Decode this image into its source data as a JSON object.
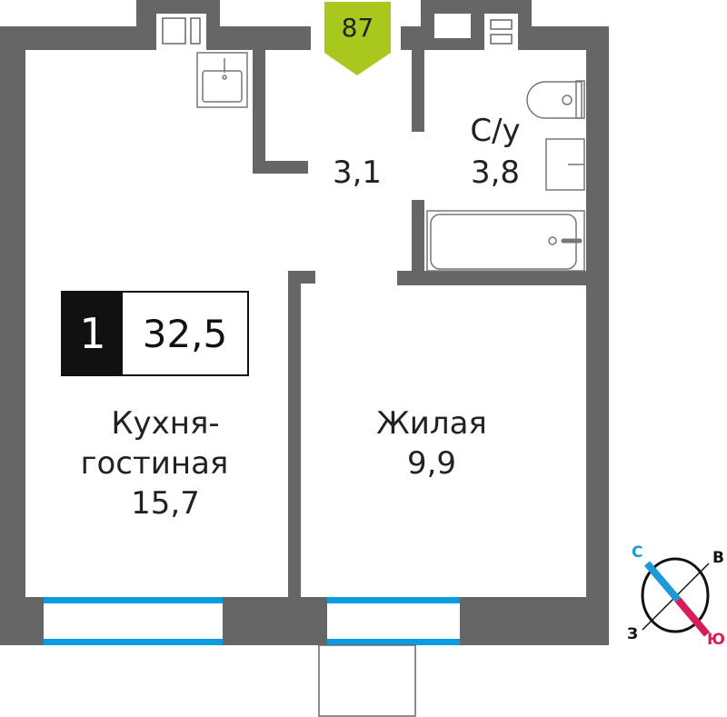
{
  "apartment": {
    "number": "87",
    "rooms": "1",
    "total_area": "32,5"
  },
  "rooms": {
    "hall": {
      "area": "3,1"
    },
    "bathroom": {
      "name": "С/у",
      "area": "3,8"
    },
    "kitchen": {
      "name_line1": "Кухня-",
      "name_line2": "гостиная",
      "area": "15,7"
    },
    "bedroom": {
      "name": "Жилая",
      "area": "9,9"
    }
  },
  "compass": {
    "north": "С",
    "east": "В",
    "south": "Ю",
    "west": "З"
  },
  "colors": {
    "wall": "#666666",
    "window": "#0b9be3",
    "badge": "#a8c81e",
    "north": "#1a9ad6",
    "south": "#d81b5a"
  }
}
